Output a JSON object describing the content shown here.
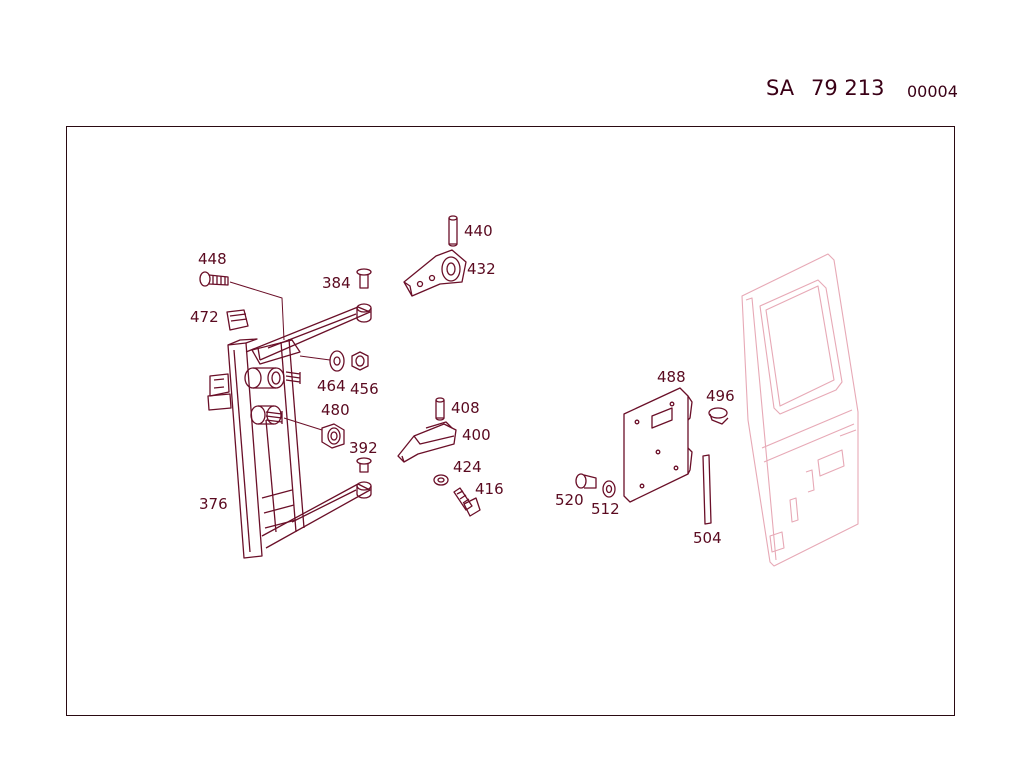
{
  "header": {
    "prefix": "SA",
    "number": "79 213",
    "code": "00004"
  },
  "callouts": [
    "448",
    "472",
    "384",
    "440",
    "432",
    "464",
    "456",
    "480",
    "392",
    "376",
    "408",
    "400",
    "424",
    "416",
    "488",
    "496",
    "520",
    "512",
    "504"
  ],
  "colors": {
    "line": "#6a0f28",
    "ghost": "#e7a9b6",
    "text": "#5a0a20"
  }
}
